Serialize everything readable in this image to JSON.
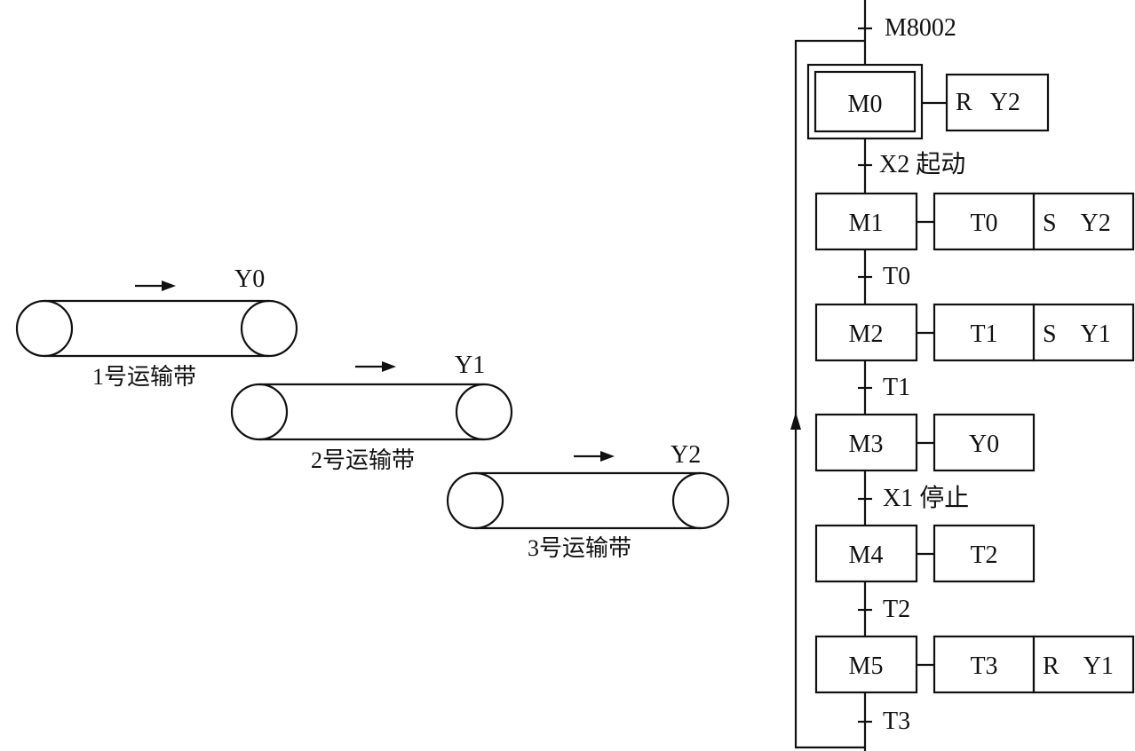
{
  "conveyors": [
    {
      "output": "Y0",
      "caption": "1号运输带"
    },
    {
      "output": "Y1",
      "caption": "2号运输带"
    },
    {
      "output": "Y2",
      "caption": "3号运输带"
    }
  ],
  "sfc": {
    "initial_transition": "M8002",
    "steps": [
      {
        "label": "M0",
        "actions": [
          {
            "text": "R   Y2"
          }
        ]
      },
      {
        "label": "M1",
        "actions": [
          {
            "text": "T0"
          },
          {
            "text": "S    Y2"
          }
        ]
      },
      {
        "label": "M2",
        "actions": [
          {
            "text": "T1"
          },
          {
            "text": "S    Y1"
          }
        ]
      },
      {
        "label": "M3",
        "actions": [
          {
            "text": "Y0"
          }
        ]
      },
      {
        "label": "M4",
        "actions": [
          {
            "text": "T2"
          }
        ]
      },
      {
        "label": "M5",
        "actions": [
          {
            "text": "T3"
          },
          {
            "text": "R    Y1"
          }
        ]
      }
    ],
    "transitions": [
      "X2 起动",
      "T0",
      "T1",
      "X1 停止",
      "T2",
      "T3"
    ]
  }
}
